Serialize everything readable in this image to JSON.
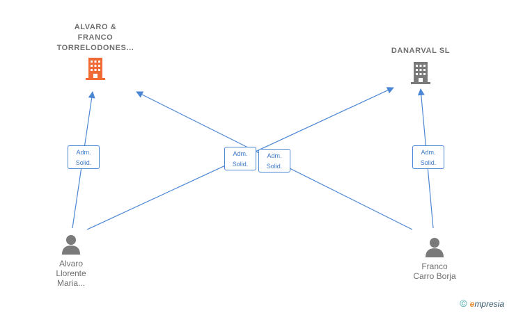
{
  "companies": [
    {
      "name_lines": [
        "ALVARO &",
        "FRANCO",
        "TORRELODONES..."
      ],
      "icon": "building-icon",
      "color": "#f06a35"
    },
    {
      "name_lines": [
        "DANARVAL  SL"
      ],
      "icon": "building-icon",
      "color": "#7a7a7a"
    }
  ],
  "persons": [
    {
      "name_lines": [
        "Alvaro",
        "Llorente",
        "Maria..."
      ],
      "icon": "person-icon"
    },
    {
      "name_lines": [
        "Franco",
        "Carro Borja"
      ],
      "icon": "person-icon"
    }
  ],
  "relations": [
    {
      "line1": "Adm.",
      "line2": "Solid."
    },
    {
      "line1": "Adm.",
      "line2": "Solid."
    },
    {
      "line1": "Adm.",
      "line2": "Solid."
    },
    {
      "line1": "Adm.",
      "line2": "Solid."
    }
  ],
  "colors": {
    "edge": "#4a86d4",
    "label": "#6f6f6f"
  },
  "footer": {
    "copyright": "©",
    "brand_e": "e",
    "brand_rest": "mpresia"
  }
}
